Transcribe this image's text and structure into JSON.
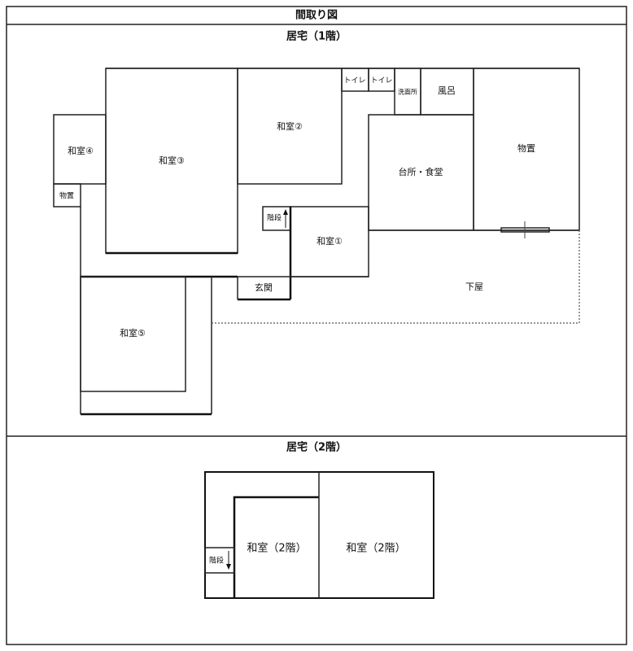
{
  "title": "間取り図",
  "floor1": {
    "heading": "居宅（1階）",
    "rooms": {
      "washitsu1": "和室①",
      "washitsu2": "和室②",
      "washitsu3": "和室③",
      "washitsu4": "和室④",
      "washitsu5": "和室⑤",
      "toilet_a": "トイレ",
      "toilet_b": "トイレ",
      "senmenjo": "洗面所",
      "furo": "風呂",
      "monooki_right": "物置",
      "monooki_left": "物置",
      "kitchen": "台所・食堂",
      "kaidan": "階段",
      "genkan": "玄関",
      "geya": "下屋"
    }
  },
  "floor2": {
    "heading": "居宅（2階）",
    "rooms": {
      "room_left": "和室（2階）",
      "room_right": "和室（2階）",
      "kaidan": "階段"
    }
  }
}
